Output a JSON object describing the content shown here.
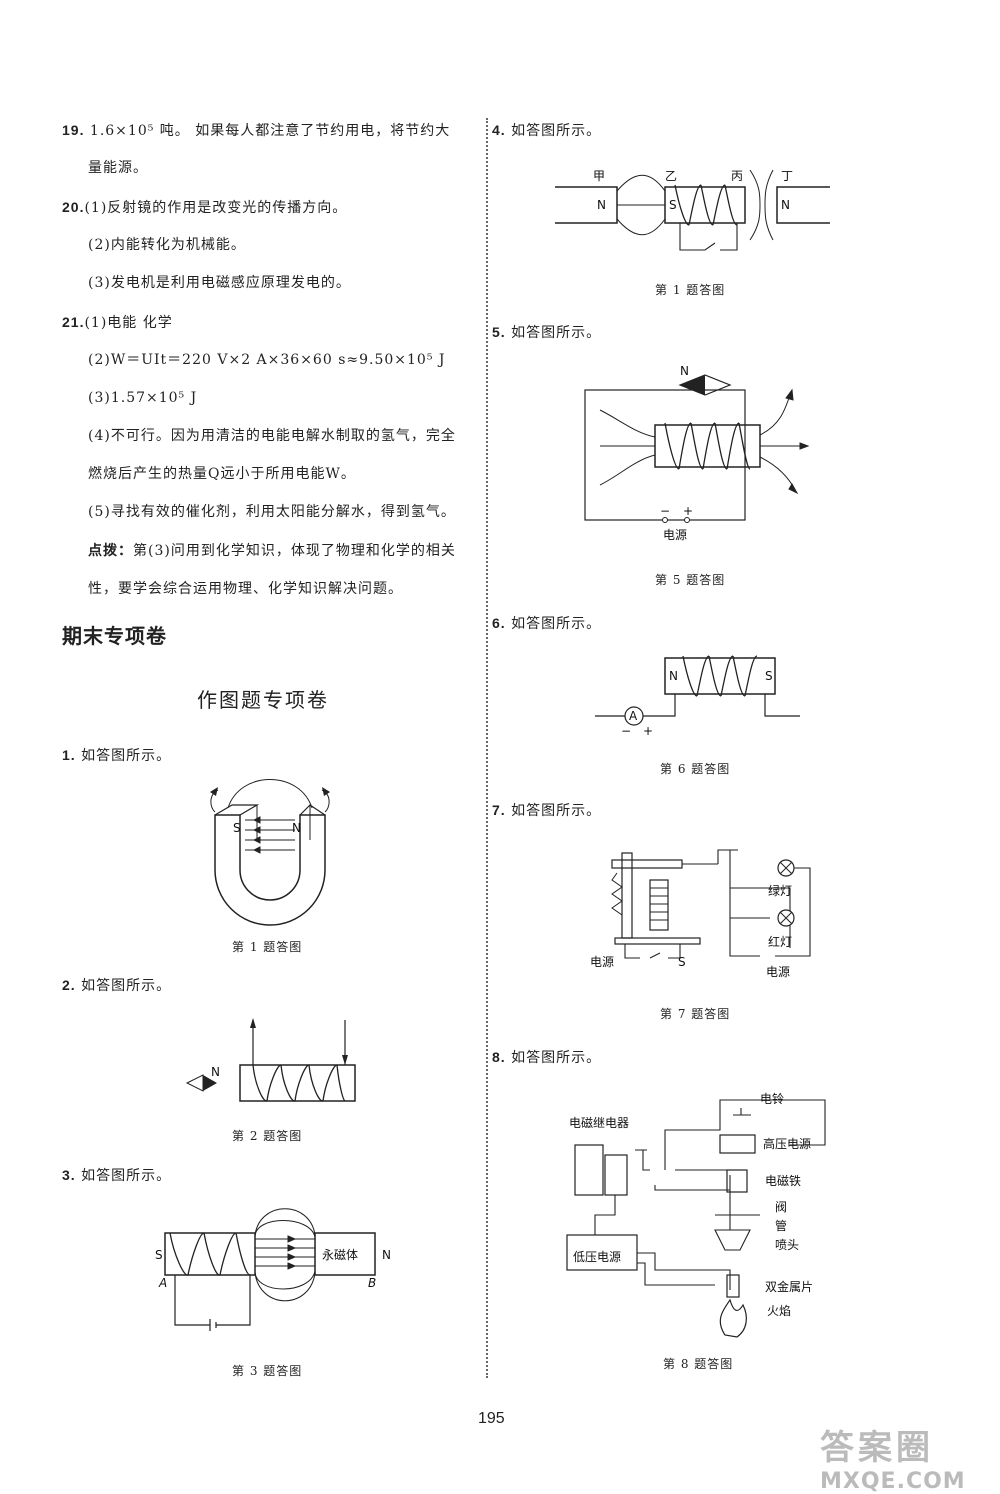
{
  "page_number": "195",
  "left": {
    "q19": {
      "num": "19.",
      "line1": "1.6×10⁵ 吨。  如果每人都注意了节约用电，将节约大",
      "line2": "量能源。"
    },
    "q20": {
      "num": "20.",
      "l1": "(1)反射镜的作用是改变光的传播方向。",
      "l2": "(2)内能转化为机械能。",
      "l3": "(3)发电机是利用电磁感应原理发电的。"
    },
    "q21": {
      "num": "21.",
      "l1": "(1)电能   化学",
      "l2": "(2)W＝UIt＝220 V×2 A×36×60 s≈9.50×10⁵ J",
      "l3": "(3)1.57×10⁵ J",
      "l4": "(4)不可行。因为用清洁的电能电解水制取的氢气，完全",
      "l5": "燃烧后产生的热量Q远小于所用电能W。",
      "l6": "(5)寻找有效的催化剂，利用太阳能分解水，得到氢气。"
    },
    "tip": {
      "label": "点拨：",
      "l1": "第(3)问用到化学知识，体现了物理和化学的相关",
      "l2": "性，要学会综合运用物理、化学知识解决问题。"
    },
    "section_title": "期末专项卷",
    "sub_title": "作图题专项卷",
    "d1": {
      "num": "1.",
      "text": "如答图所示。",
      "caption": "第 1 题答图",
      "S": "S",
      "N": "N"
    },
    "d2": {
      "num": "2.",
      "text": "如答图所示。",
      "caption": "第 2 题答图",
      "N": "N"
    },
    "d3": {
      "num": "3.",
      "text": "如答图所示。",
      "caption": "第 3 题答图",
      "S": "S",
      "A": "A",
      "magnet": "永磁体",
      "N": "N",
      "B": "B"
    }
  },
  "right": {
    "d4": {
      "num": "4.",
      "text": "如答图所示。",
      "caption": "第 1 题答图",
      "jia": "甲",
      "yi": "乙",
      "bing": "丙",
      "ding": "丁",
      "N1": "N",
      "S": "S",
      "N2": "N"
    },
    "d5": {
      "num": "5.",
      "text": "如答图所示。",
      "caption": "第 5 题答图",
      "N": "N",
      "minus": "−",
      "plus": "+",
      "power": "电源"
    },
    "d6": {
      "num": "6.",
      "text": "如答图所示。",
      "caption": "第 6 题答图",
      "N": "N",
      "S": "S",
      "A": "A",
      "minus": "−",
      "plus": "+"
    },
    "d7": {
      "num": "7.",
      "text": "如答图所示。",
      "caption": "第 7 题答图",
      "green": "绿灯",
      "red": "红灯",
      "power1": "电源",
      "S": "S",
      "power2": "电源"
    },
    "d8": {
      "num": "8.",
      "text": "如答图所示。",
      "caption": "第 8 题答图",
      "relay": "电磁继电器",
      "bell": "电铃",
      "hv": "高压电源",
      "em": "电磁铁",
      "valve": "阀",
      "pipe": "管",
      "nozzle": "喷头",
      "lv": "低压电源",
      "bimetal": "双金属片",
      "flame": "火焰"
    }
  },
  "watermark": {
    "line1": "答案圈",
    "line2": "MXQE.COM"
  }
}
